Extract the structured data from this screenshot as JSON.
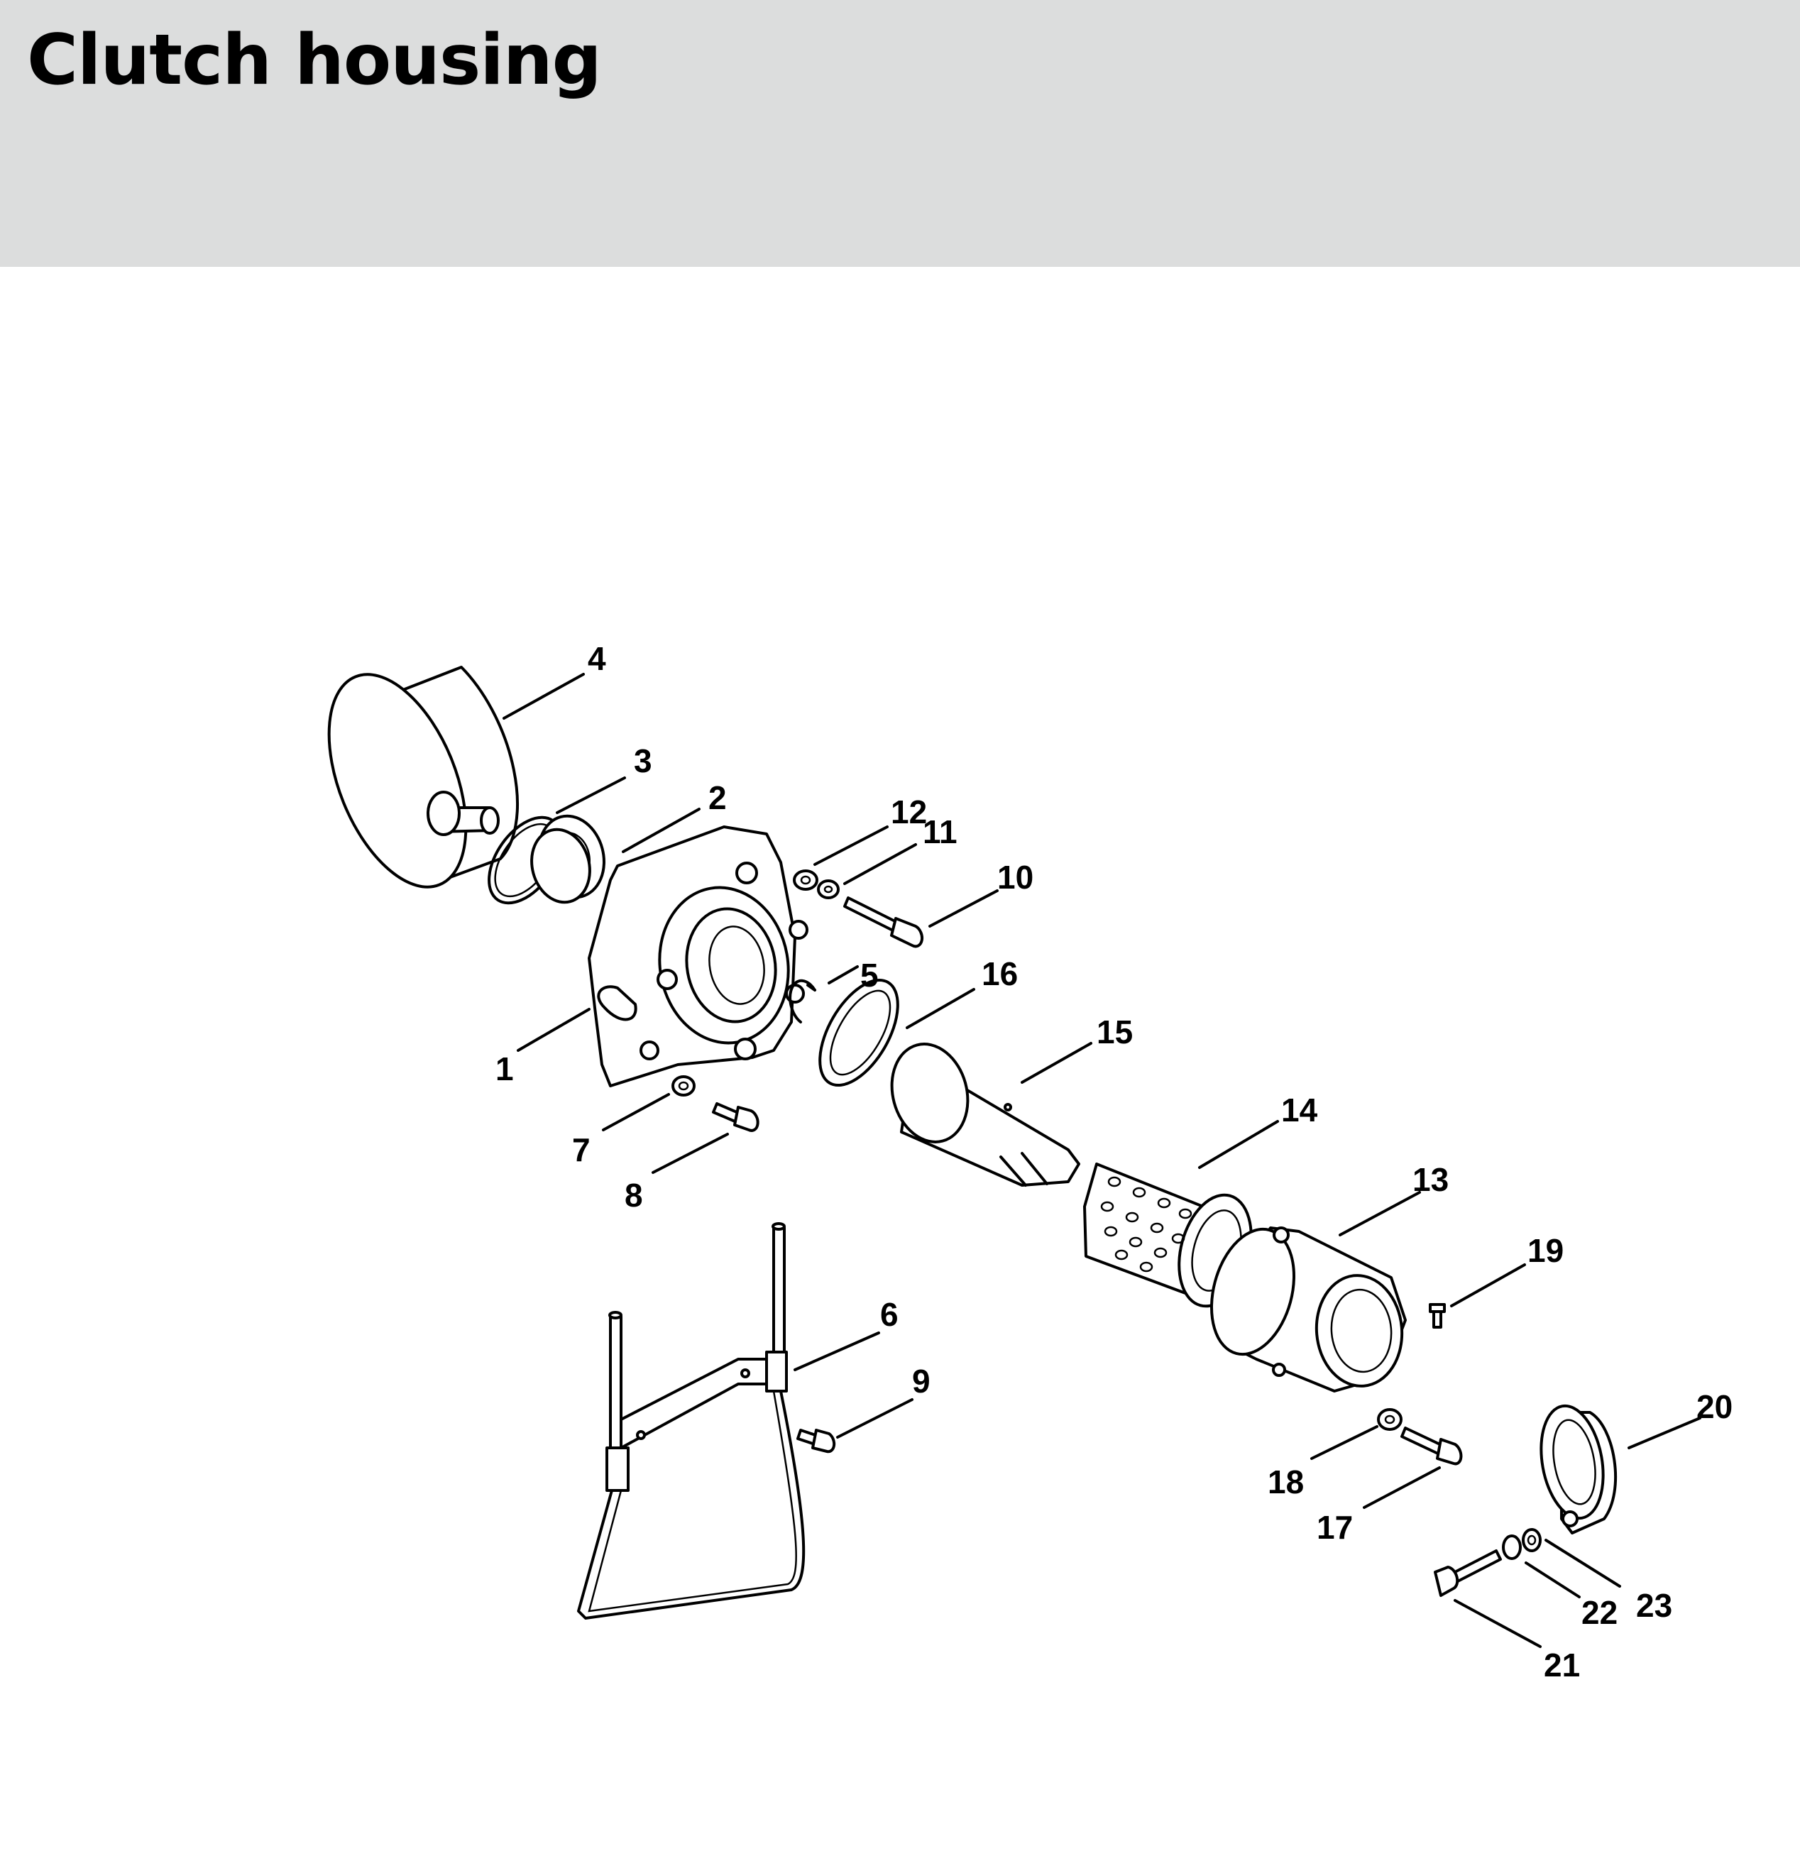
{
  "header": {
    "title": "Clutch housing"
  },
  "callouts": [
    "1",
    "2",
    "3",
    "4",
    "5",
    "6",
    "7",
    "8",
    "9",
    "10",
    "11",
    "12",
    "13",
    "14",
    "15",
    "16",
    "17",
    "18",
    "19",
    "20",
    "21",
    "22",
    "23"
  ]
}
